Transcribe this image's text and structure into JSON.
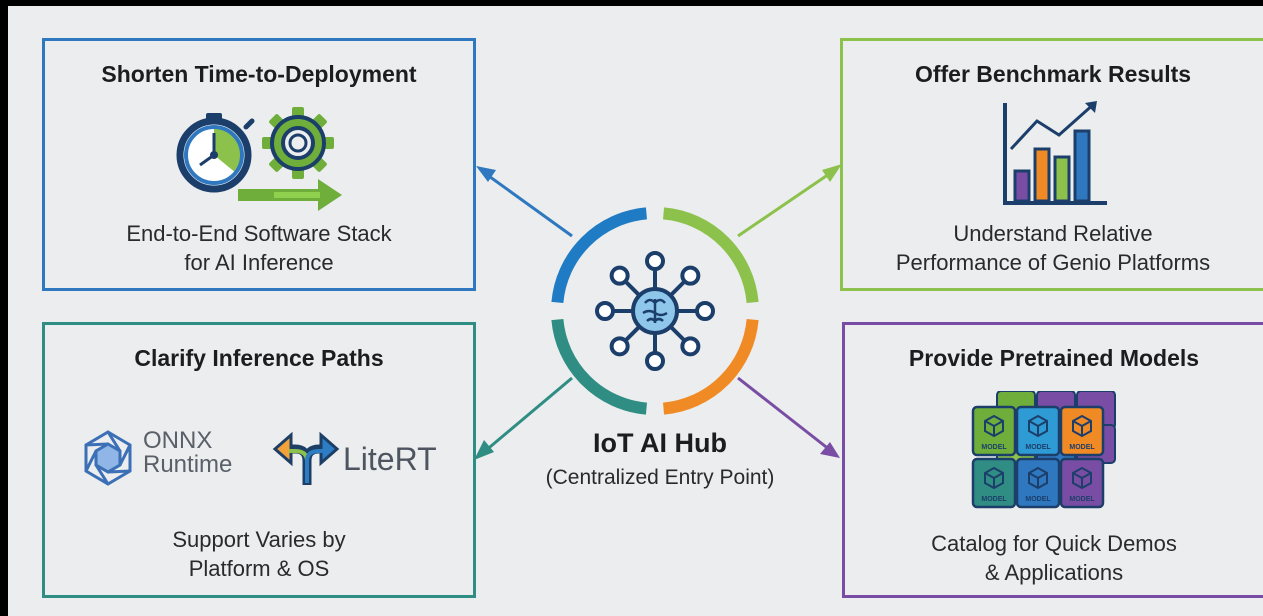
{
  "hub": {
    "title": "IoT AI Hub",
    "subtitle": "(Centralized Entry Point)",
    "icon": "brain-network-icon",
    "ring_colors": [
      "#1f7cc4",
      "#8cc14c",
      "#f08a24",
      "#2f8d83"
    ]
  },
  "boxes": {
    "top_left": {
      "title": "Shorten Time-to-Deployment",
      "desc_line1": "End-to-End Software Stack",
      "desc_line2": "for AI Inference",
      "icon": "stopwatch-gear-icon",
      "color": "#2f78c0"
    },
    "bottom_left": {
      "title": "Clarify Inference Paths",
      "desc_line1": "Support Varies by",
      "desc_line2": "Platform & OS",
      "logo1_line1": "ONNX",
      "logo1_line2": "Runtime",
      "logo2": "LiteRT",
      "color": "#2f8d83"
    },
    "top_right": {
      "title": "Offer Benchmark Results",
      "desc_line1": "Understand Relative",
      "desc_line2": "Performance of Genio Platforms",
      "icon": "bar-chart-trend-icon",
      "color": "#8cc14c"
    },
    "bottom_right": {
      "title": "Provide Pretrained Models",
      "desc_line1": "Catalog for Quick Demos",
      "desc_line2": "& Applications",
      "icon": "model-cubes-icon",
      "cube_label": "MODEL",
      "color": "#7a4da4"
    }
  }
}
